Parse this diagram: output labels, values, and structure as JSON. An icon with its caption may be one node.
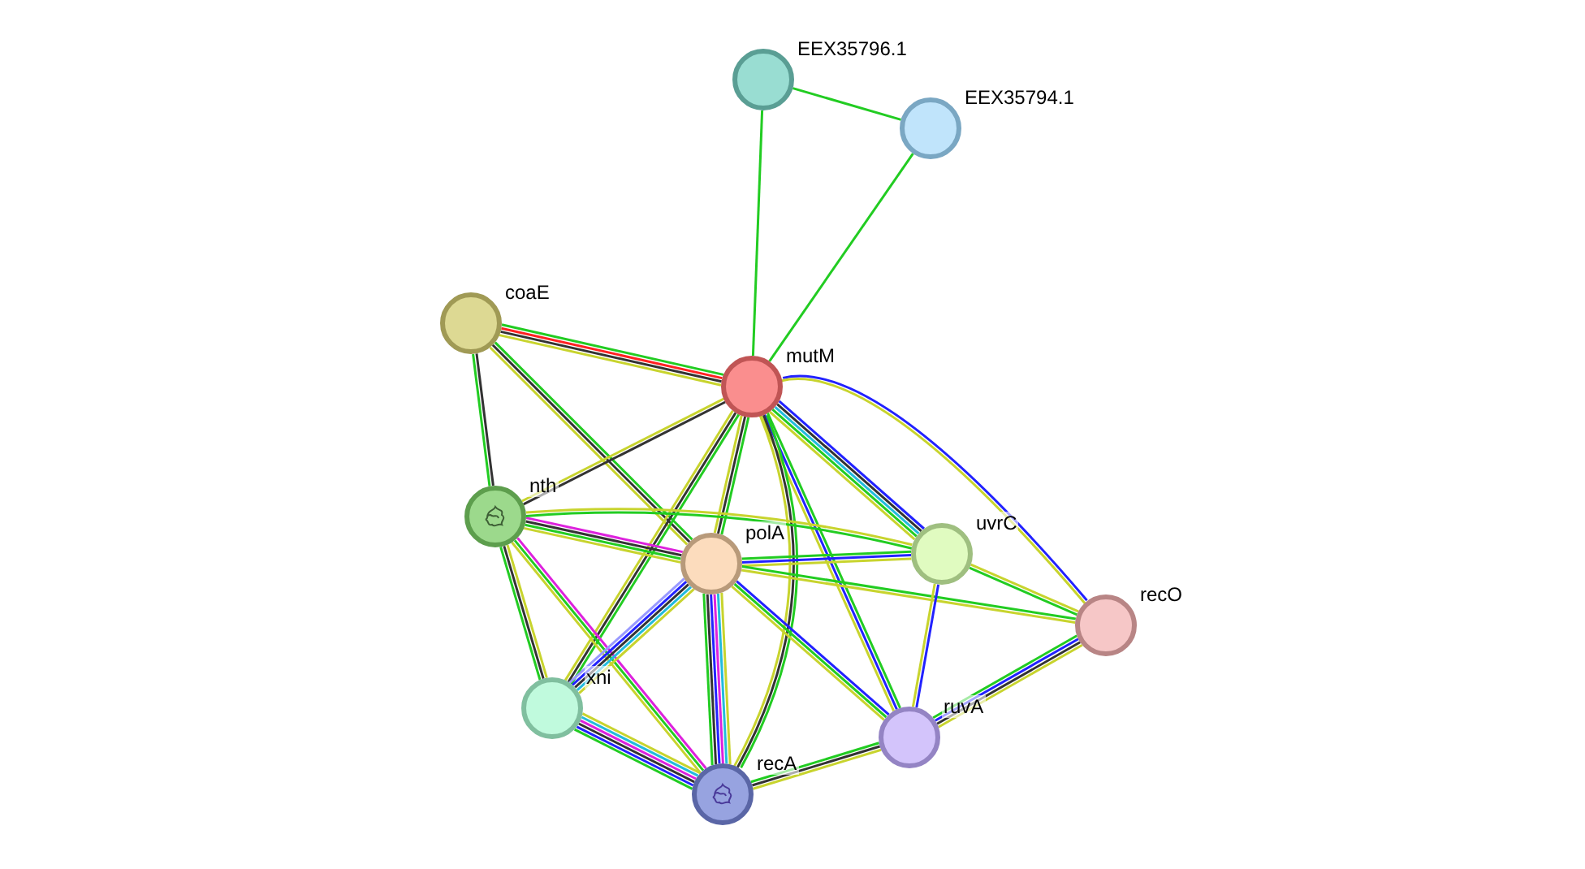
{
  "diagram": {
    "nodes": [
      {
        "text": [
          "EEX35796.1"
        ]
      },
      {
        "text": [
          "EEX35794.1"
        ]
      },
      {
        "text": [
          "coaE"
        ]
      },
      {
        "text": [
          "mutM"
        ]
      },
      {
        "text": [
          "nth"
        ]
      },
      {
        "text": [
          "polA"
        ]
      },
      {
        "text": [
          "uvrC"
        ]
      },
      {
        "text": [
          "recO"
        ]
      },
      {
        "text": [
          "xni"
        ]
      },
      {
        "text": [
          "ruvA"
        ]
      },
      {
        "text": [
          "recA"
        ]
      }
    ],
    "edges": [
      {
        "from": 0,
        "to": 1,
        "arrow": "none",
        "color": "#22cc22"
      },
      {
        "from": 0,
        "to": 3,
        "arrow": "none",
        "color": "#22cc22"
      },
      {
        "from": 1,
        "to": 3,
        "arrow": "none",
        "color": "#22cc22"
      },
      {
        "from": 2,
        "to": 3,
        "arrow": "none",
        "color": "#22cc22"
      },
      {
        "from": 2,
        "to": 3,
        "arrow": "none",
        "color": "#ff2222"
      },
      {
        "from": 2,
        "to": 3,
        "arrow": "none",
        "color": "#333333"
      },
      {
        "from": 2,
        "to": 3,
        "arrow": "none",
        "color": "#c8d42e"
      },
      {
        "from": 2,
        "to": 4,
        "arrow": "none",
        "color": "#333333"
      },
      {
        "from": 2,
        "to": 4,
        "arrow": "none",
        "color": "#22cc22"
      },
      {
        "from": 2,
        "to": 5,
        "arrow": "none",
        "color": "#22cc22"
      },
      {
        "from": 2,
        "to": 5,
        "arrow": "none",
        "color": "#333333"
      },
      {
        "from": 2,
        "to": 5,
        "arrow": "none",
        "color": "#c8d42e"
      },
      {
        "from": 3,
        "to": 4,
        "arrow": "none",
        "color": "#333333"
      },
      {
        "from": 3,
        "to": 4,
        "arrow": "none",
        "color": "#c8d42e"
      },
      {
        "from": 3,
        "to": 5,
        "arrow": "none",
        "color": "#22cc22"
      },
      {
        "from": 3,
        "to": 5,
        "arrow": "none",
        "color": "#333333"
      },
      {
        "from": 3,
        "to": 5,
        "arrow": "none",
        "color": "#c8d42e"
      },
      {
        "from": 3,
        "to": 6,
        "arrow": "none",
        "color": "#2222ff"
      },
      {
        "from": 3,
        "to": 6,
        "arrow": "none",
        "color": "#333333"
      },
      {
        "from": 3,
        "to": 6,
        "arrow": "none",
        "color": "#22bbdd"
      },
      {
        "from": 3,
        "to": 6,
        "arrow": "none",
        "color": "#22cc22"
      },
      {
        "from": 3,
        "to": 6,
        "arrow": "none",
        "color": "#c8d42e"
      },
      {
        "from": 3,
        "to": 7,
        "arrow": "none",
        "color": "#2222ff"
      },
      {
        "from": 3,
        "to": 7,
        "arrow": "none",
        "color": "#c8d42e"
      },
      {
        "from": 3,
        "to": 8,
        "arrow": "none",
        "color": "#22cc22"
      },
      {
        "from": 3,
        "to": 8,
        "arrow": "none",
        "color": "#333333"
      },
      {
        "from": 3,
        "to": 8,
        "arrow": "none",
        "color": "#c8d42e"
      },
      {
        "from": 3,
        "to": 9,
        "arrow": "none",
        "color": "#22cc22"
      },
      {
        "from": 3,
        "to": 9,
        "arrow": "none",
        "color": "#2222ff"
      },
      {
        "from": 3,
        "to": 9,
        "arrow": "none",
        "color": "#c8d42e"
      },
      {
        "from": 3,
        "to": 10,
        "arrow": "none",
        "color": "#22cc22"
      },
      {
        "from": 3,
        "to": 10,
        "arrow": "none",
        "color": "#333333"
      },
      {
        "from": 3,
        "to": 10,
        "arrow": "none",
        "color": "#c8d42e"
      },
      {
        "from": 4,
        "to": 5,
        "arrow": "none",
        "color": "#dd22dd"
      },
      {
        "from": 4,
        "to": 5,
        "arrow": "none",
        "color": "#333333"
      },
      {
        "from": 4,
        "to": 5,
        "arrow": "none",
        "color": "#22cc22"
      },
      {
        "from": 4,
        "to": 5,
        "arrow": "none",
        "color": "#c8d42e"
      },
      {
        "from": 4,
        "to": 6,
        "arrow": "none",
        "color": "#c8d42e"
      },
      {
        "from": 4,
        "to": 6,
        "arrow": "none",
        "color": "#22cc22"
      },
      {
        "from": 4,
        "to": 8,
        "arrow": "none",
        "color": "#c8d42e"
      },
      {
        "from": 4,
        "to": 8,
        "arrow": "none",
        "color": "#333333"
      },
      {
        "from": 4,
        "to": 8,
        "arrow": "none",
        "color": "#22cc22"
      },
      {
        "from": 4,
        "to": 10,
        "arrow": "none",
        "color": "#dd22dd"
      },
      {
        "from": 4,
        "to": 10,
        "arrow": "none",
        "color": "#22cc22"
      },
      {
        "from": 4,
        "to": 10,
        "arrow": "none",
        "color": "#c8d42e"
      },
      {
        "from": 5,
        "to": 6,
        "arrow": "none",
        "color": "#22cc22"
      },
      {
        "from": 5,
        "to": 6,
        "arrow": "none",
        "color": "#2222ff"
      },
      {
        "from": 5,
        "to": 6,
        "arrow": "none",
        "color": "#c8d42e"
      },
      {
        "from": 5,
        "to": 7,
        "arrow": "none",
        "color": "#22cc22"
      },
      {
        "from": 5,
        "to": 7,
        "arrow": "none",
        "color": "#c8d42e"
      },
      {
        "from": 5,
        "to": 8,
        "arrow": "none",
        "color": "#c8d42e"
      },
      {
        "from": 5,
        "to": 8,
        "arrow": "none",
        "color": "#22bbdd"
      },
      {
        "from": 5,
        "to": 8,
        "arrow": "none",
        "color": "#333333"
      },
      {
        "from": 5,
        "to": 8,
        "arrow": "none",
        "color": "#2222ff"
      },
      {
        "from": 5,
        "to": 8,
        "arrow": "none",
        "color": "#9999ff"
      },
      {
        "from": 5,
        "to": 9,
        "arrow": "none",
        "color": "#2222ff"
      },
      {
        "from": 5,
        "to": 9,
        "arrow": "none",
        "color": "#22cc22"
      },
      {
        "from": 5,
        "to": 9,
        "arrow": "none",
        "color": "#c8d42e"
      },
      {
        "from": 5,
        "to": 10,
        "arrow": "none",
        "color": "#c8d42e"
      },
      {
        "from": 5,
        "to": 10,
        "arrow": "none",
        "color": "#22bbdd"
      },
      {
        "from": 5,
        "to": 10,
        "arrow": "none",
        "color": "#dd22dd"
      },
      {
        "from": 5,
        "to": 10,
        "arrow": "none",
        "color": "#2222ff"
      },
      {
        "from": 5,
        "to": 10,
        "arrow": "none",
        "color": "#333333"
      },
      {
        "from": 5,
        "to": 10,
        "arrow": "none",
        "color": "#22cc22"
      },
      {
        "from": 6,
        "to": 7,
        "arrow": "none",
        "color": "#c8d42e"
      },
      {
        "from": 6,
        "to": 7,
        "arrow": "none",
        "color": "#22cc22"
      },
      {
        "from": 6,
        "to": 9,
        "arrow": "none",
        "color": "#2222ff"
      },
      {
        "from": 6,
        "to": 9,
        "arrow": "none",
        "color": "#c8d42e"
      },
      {
        "from": 7,
        "to": 9,
        "arrow": "none",
        "color": "#c8d42e"
      },
      {
        "from": 7,
        "to": 9,
        "arrow": "none",
        "color": "#333333"
      },
      {
        "from": 7,
        "to": 9,
        "arrow": "none",
        "color": "#2222ff"
      },
      {
        "from": 7,
        "to": 9,
        "arrow": "none",
        "color": "#22cc22"
      },
      {
        "from": 8,
        "to": 10,
        "arrow": "none",
        "color": "#c8d42e"
      },
      {
        "from": 8,
        "to": 10,
        "arrow": "none",
        "color": "#22bbdd"
      },
      {
        "from": 8,
        "to": 10,
        "arrow": "none",
        "color": "#dd22dd"
      },
      {
        "from": 8,
        "to": 10,
        "arrow": "none",
        "color": "#333333"
      },
      {
        "from": 8,
        "to": 10,
        "arrow": "none",
        "color": "#2222ff"
      },
      {
        "from": 8,
        "to": 10,
        "arrow": "none",
        "color": "#22cc22"
      },
      {
        "from": 9,
        "to": 10,
        "arrow": "none",
        "color": "#c8d42e"
      },
      {
        "from": 9,
        "to": 10,
        "arrow": "none",
        "color": "#333333"
      },
      {
        "from": 9,
        "to": 10,
        "arrow": "none",
        "color": "#22cc22"
      }
    ]
  }
}
